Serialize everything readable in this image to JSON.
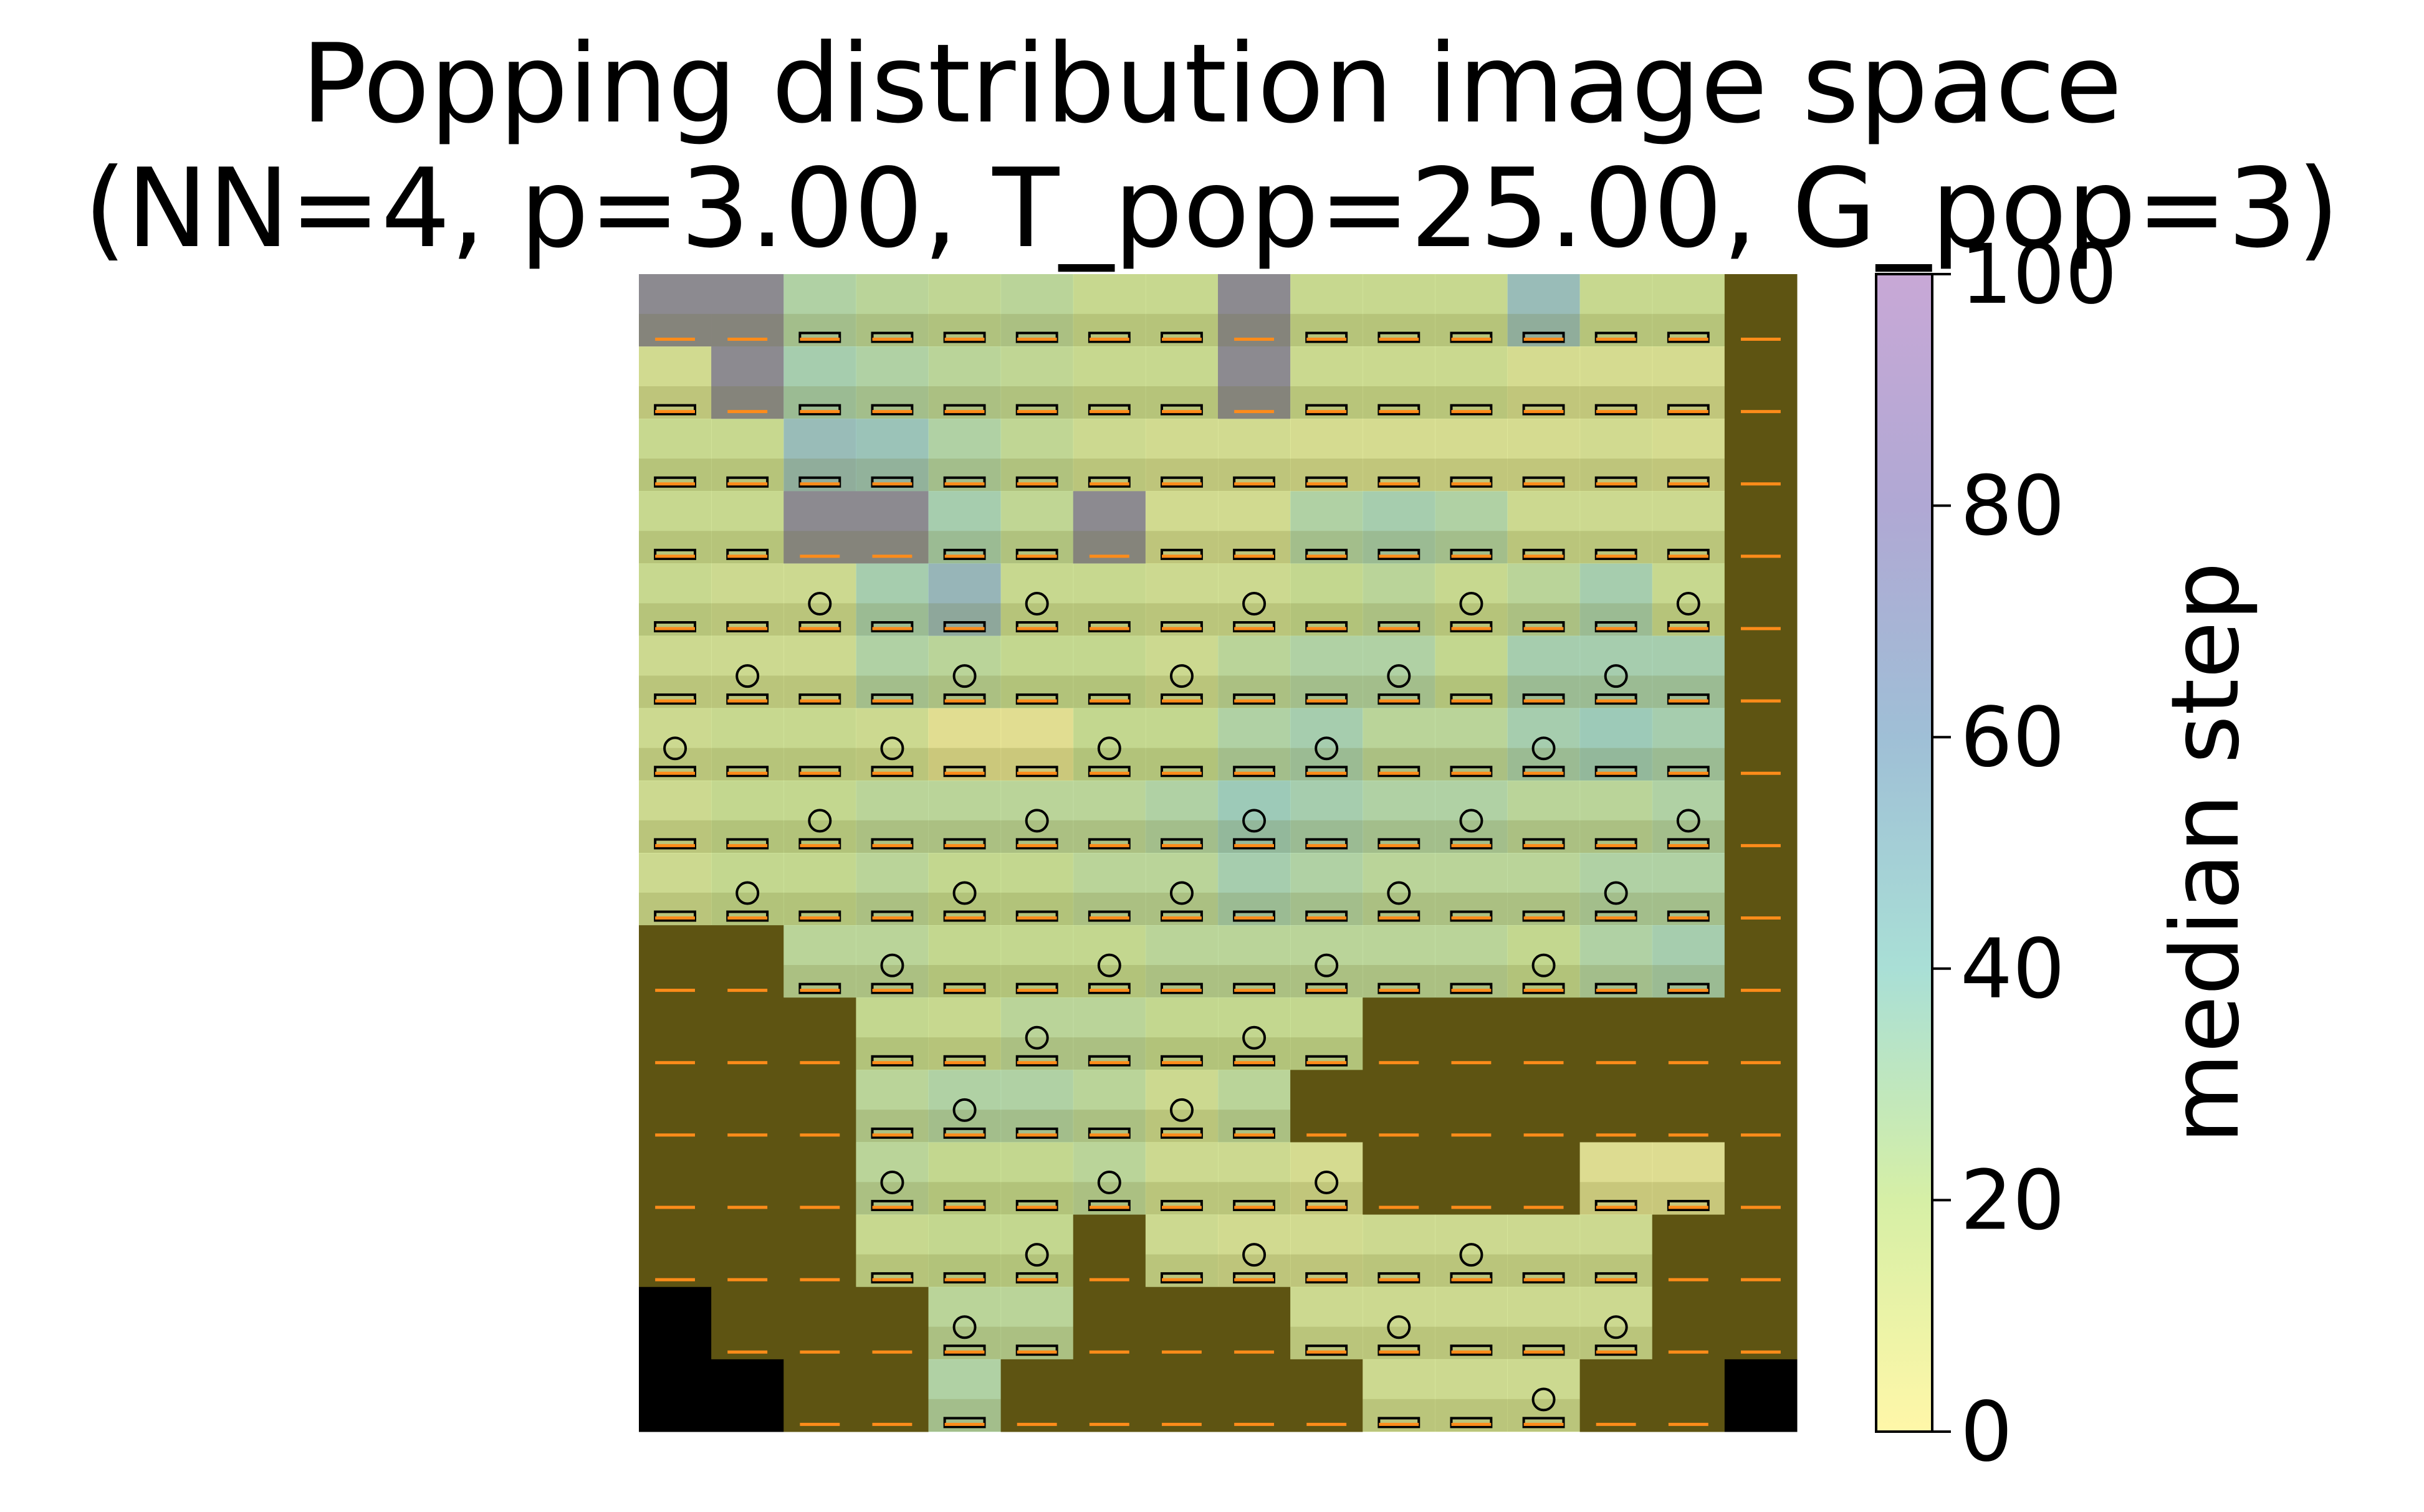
{
  "chart_data": {
    "type": "heatmap",
    "title": [
      "Popping distribution image space",
      "(NN=4, p=3.00, T_pop=25.00, G_pop=3)"
    ],
    "grid": {
      "rows": 16,
      "cols": 16
    },
    "description_overlay": "per-cell box plots of popping steps drawn over a satellite-like background",
    "median_step": [
      [
        90,
        90,
        30,
        25,
        22,
        25,
        18,
        18,
        90,
        18,
        18,
        18,
        50,
        18,
        18,
        0
      ],
      [
        12,
        90,
        35,
        30,
        25,
        22,
        18,
        18,
        90,
        16,
        16,
        16,
        10,
        10,
        10,
        0
      ],
      [
        18,
        18,
        50,
        45,
        30,
        22,
        15,
        12,
        12,
        10,
        10,
        10,
        10,
        12,
        10,
        0
      ],
      [
        18,
        18,
        90,
        90,
        35,
        22,
        90,
        12,
        12,
        30,
        35,
        30,
        15,
        15,
        15,
        0
      ],
      [
        18,
        15,
        15,
        35,
        55,
        18,
        18,
        15,
        15,
        20,
        25,
        18,
        25,
        35,
        18,
        0
      ],
      [
        15,
        15,
        15,
        30,
        25,
        20,
        20,
        15,
        25,
        30,
        30,
        20,
        35,
        35,
        35,
        0
      ],
      [
        15,
        18,
        18,
        15,
        3,
        3,
        20,
        20,
        30,
        35,
        25,
        25,
        35,
        40,
        35,
        0
      ],
      [
        15,
        20,
        20,
        25,
        25,
        25,
        25,
        30,
        40,
        35,
        30,
        30,
        25,
        25,
        30,
        0
      ],
      [
        15,
        20,
        20,
        25,
        20,
        20,
        25,
        25,
        35,
        30,
        25,
        25,
        25,
        30,
        30,
        0
      ],
      [
        0,
        0,
        25,
        25,
        20,
        20,
        20,
        25,
        25,
        25,
        25,
        25,
        20,
        30,
        35,
        0
      ],
      [
        0,
        0,
        0,
        20,
        18,
        25,
        25,
        20,
        20,
        20,
        0,
        0,
        0,
        0,
        0,
        0
      ],
      [
        0,
        0,
        0,
        25,
        30,
        30,
        25,
        15,
        25,
        0,
        0,
        0,
        0,
        0,
        0,
        0
      ],
      [
        0,
        0,
        0,
        25,
        20,
        20,
        25,
        15,
        15,
        10,
        0,
        0,
        0,
        5,
        5,
        0
      ],
      [
        0,
        0,
        0,
        18,
        20,
        20,
        0,
        15,
        12,
        12,
        15,
        15,
        15,
        15,
        0,
        0
      ],
      [
        -1,
        0,
        0,
        0,
        25,
        25,
        0,
        0,
        0,
        15,
        15,
        15,
        15,
        15,
        0,
        0
      ],
      [
        -1,
        -1,
        0,
        0,
        30,
        0,
        0,
        0,
        0,
        0,
        15,
        15,
        15,
        0,
        0,
        -1
      ]
    ],
    "colorbar": {
      "label": "median step",
      "range": [
        0,
        100
      ],
      "ticks": [
        "0",
        "20",
        "40",
        "60",
        "80",
        "100"
      ],
      "colormap_stops": [
        "#fff7a8",
        "#d6efa6",
        "#a9dfd6",
        "#9fbfd6",
        "#b0a8d4",
        "#c8a8d6"
      ]
    }
  }
}
